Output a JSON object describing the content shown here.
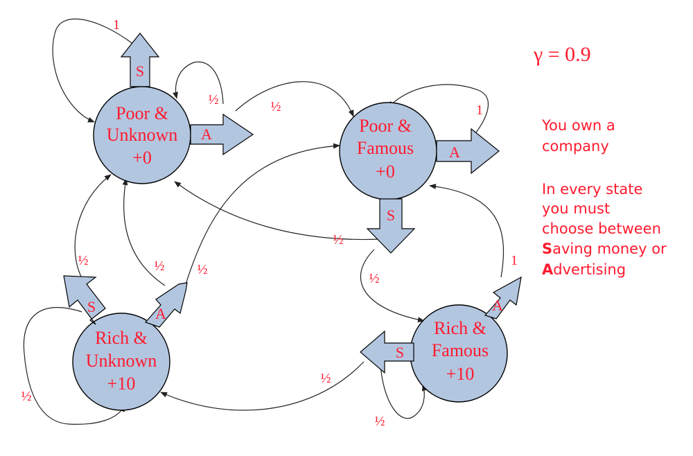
{
  "gamma": "γ = 0.9",
  "note": {
    "line1": "You own a",
    "line2": "company",
    "line3": "In every state",
    "line4": "you  must",
    "line5": "choose between",
    "line6_bold": "S",
    "line6_rest": "aving money or",
    "line7_bold": "A",
    "line7_rest": "dvertising"
  },
  "states": [
    {
      "id": "pu",
      "lines": [
        "Poor &",
        "Unknown",
        "+0"
      ]
    },
    {
      "id": "pf",
      "lines": [
        "Poor &",
        "Famous",
        "+0"
      ]
    },
    {
      "id": "ru",
      "lines": [
        "Rich &",
        "Unknown",
        "+10"
      ]
    },
    {
      "id": "rf",
      "lines": [
        "Rich &",
        "Famous",
        "+10"
      ]
    }
  ],
  "actions": {
    "save": "S",
    "advertise": "A"
  },
  "probabilities": {
    "pu_s_self": "1",
    "pu_a_self": "½",
    "pu_a_pf": "½",
    "pf_a_self": "1",
    "pf_s_pu": "½",
    "pf_s_rf": "½",
    "ru_s_pu": "½",
    "ru_s_self": "½",
    "ru_a_pu": "½",
    "ru_a_pf": "½",
    "rf_a_pf": "1",
    "rf_s_ru": "½",
    "rf_s_self": "½"
  }
}
